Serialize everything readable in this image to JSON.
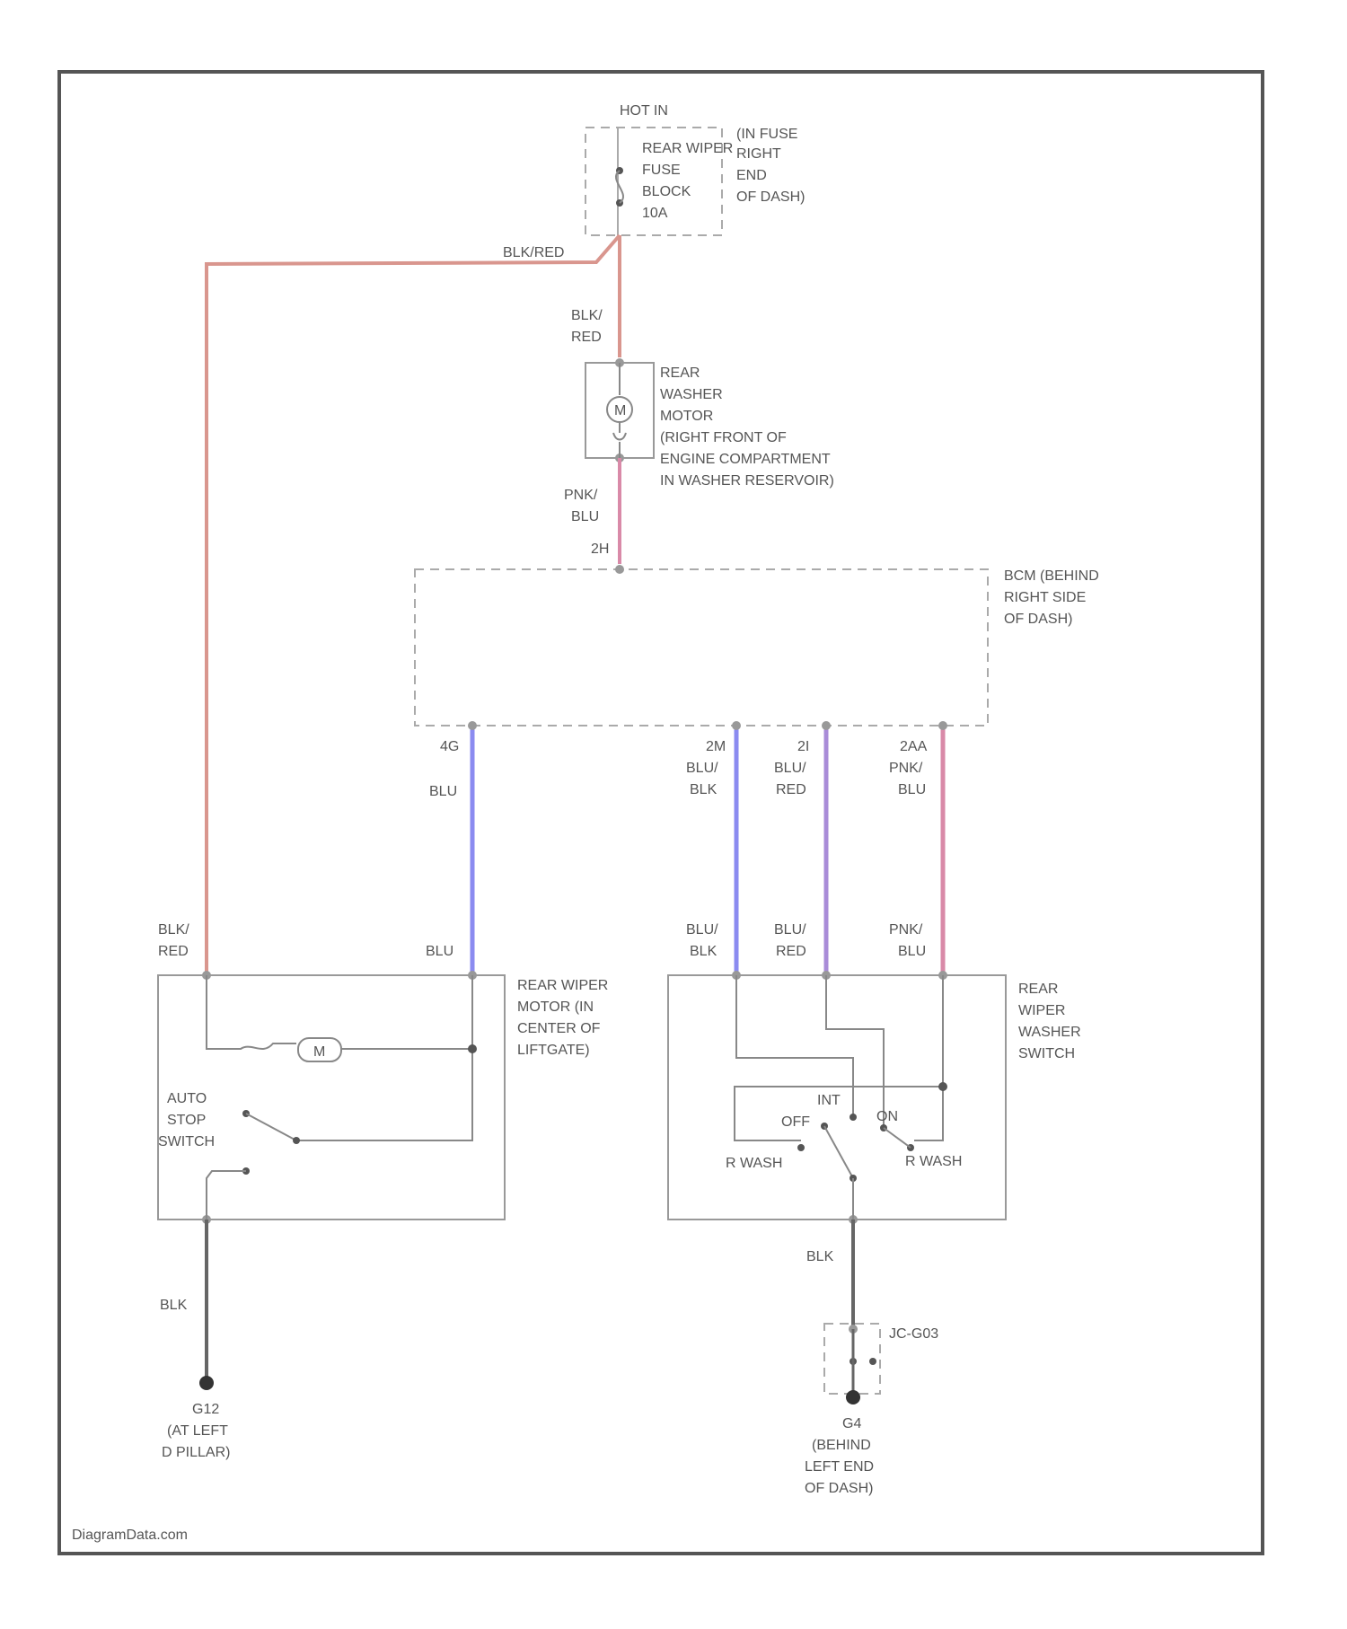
{
  "colors": {
    "border": "#555555",
    "blk_red": "#d9968e",
    "blu": "#8b8bf0",
    "blu_red": "#a98cd8",
    "pnk_blu": "#d98aa8",
    "blk": "#666666",
    "component_line": "#999999"
  },
  "fuse": {
    "hot_in": "HOT IN",
    "lines": [
      "REAR WIPER",
      "FUSE",
      "BLOCK",
      "10A"
    ],
    "location": [
      "(IN FUSE",
      "RIGHT",
      "END",
      "OF DASH)"
    ]
  },
  "top_wires": {
    "blk_red_h": "BLK/RED",
    "fuse_to_motor": [
      "BLK/",
      "RED"
    ]
  },
  "washer_motor": {
    "symbol": "M",
    "label": [
      "REAR",
      "WASHER",
      "MOTOR",
      "(RIGHT FRONT OF",
      "ENGINE COMPARTMENT",
      "IN WASHER RESERVOIR)"
    ],
    "lower_wire": [
      "PNK/",
      "BLU"
    ],
    "pin": "2H"
  },
  "bcm": {
    "label": [
      "BCM (BEHIND",
      "RIGHT SIDE",
      "OF DASH)"
    ],
    "wires": [
      {
        "pin": "4G",
        "color_top": [
          "BLU"
        ],
        "color_bottom": [
          "BLU"
        ]
      },
      {
        "pin": "2M",
        "color_top": [
          "BLU/",
          "BLK"
        ],
        "color_bottom": [
          "BLU/",
          "BLK"
        ]
      },
      {
        "pin": "2I",
        "color_top": [
          "BLU/",
          "RED"
        ],
        "color_bottom": [
          "BLU/",
          "RED"
        ]
      },
      {
        "pin": "2AA",
        "color_top": [
          "PNK/",
          "BLU"
        ],
        "color_bottom": [
          "PNK/",
          "BLU"
        ]
      }
    ]
  },
  "wiper_motor": {
    "feed": [
      "BLK/",
      "RED"
    ],
    "symbol": "M",
    "label": [
      "REAR WIPER",
      "MOTOR (IN",
      "CENTER OF",
      "LIFTGATE)"
    ],
    "auto_stop": [
      "AUTO",
      "STOP",
      "SWITCH"
    ],
    "ground_wire": "BLK",
    "ground": [
      "G12",
      "(AT LEFT",
      "D PILLAR)"
    ]
  },
  "switch": {
    "label": [
      "REAR",
      "WIPER",
      "WASHER",
      "SWITCH"
    ],
    "positions": {
      "int": "INT",
      "off": "OFF",
      "on": "ON",
      "r_wash_left": "R WASH",
      "r_wash_right": "R WASH"
    },
    "ground_wire": "BLK",
    "junction": "JC-G03",
    "ground": [
      "G4",
      "(BEHIND",
      "LEFT END",
      "OF DASH)"
    ]
  },
  "watermark": "DiagramData.com"
}
